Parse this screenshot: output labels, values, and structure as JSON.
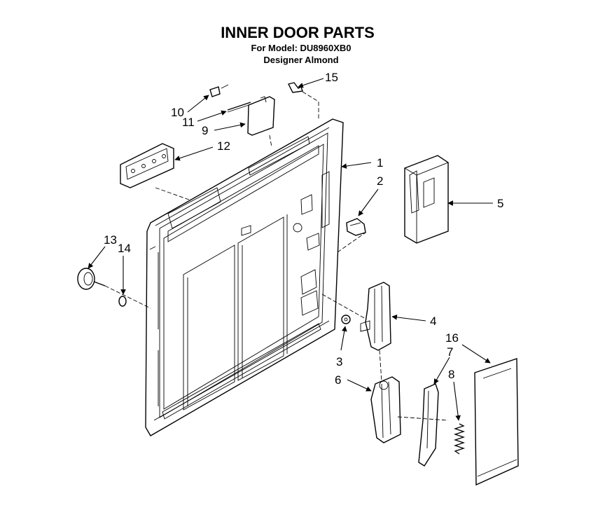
{
  "header": {
    "title": "INNER DOOR PARTS",
    "model_line": "For Model: DU8960XB0",
    "finish_line": "Designer Almond"
  },
  "callouts": [
    {
      "id": "callout-1",
      "label": "1"
    },
    {
      "id": "callout-2",
      "label": "2"
    },
    {
      "id": "callout-3",
      "label": "3"
    },
    {
      "id": "callout-4",
      "label": "4"
    },
    {
      "id": "callout-5",
      "label": "5"
    },
    {
      "id": "callout-6",
      "label": "6"
    },
    {
      "id": "callout-7",
      "label": "7"
    },
    {
      "id": "callout-8",
      "label": "8"
    },
    {
      "id": "callout-9",
      "label": "9"
    },
    {
      "id": "callout-10",
      "label": "10"
    },
    {
      "id": "callout-11",
      "label": "11"
    },
    {
      "id": "callout-12",
      "label": "12"
    },
    {
      "id": "callout-13",
      "label": "13"
    },
    {
      "id": "callout-14",
      "label": "14"
    },
    {
      "id": "callout-15",
      "label": "15"
    },
    {
      "id": "callout-16",
      "label": "16"
    }
  ]
}
